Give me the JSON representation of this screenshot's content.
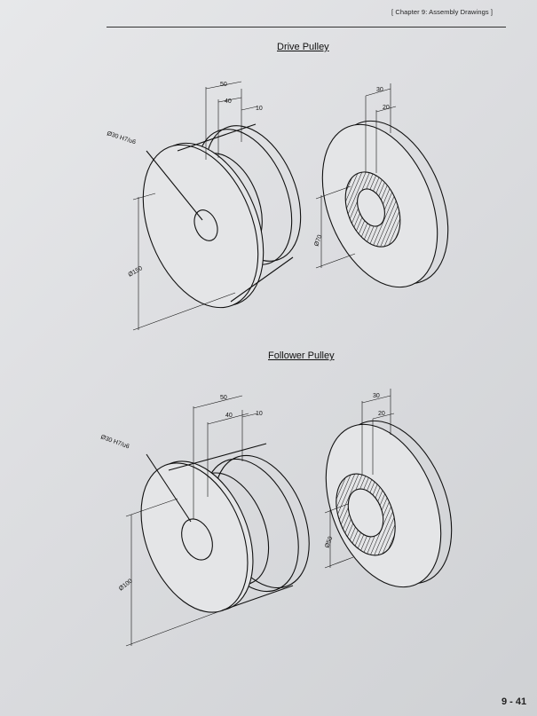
{
  "header": {
    "chapter": "[ Chapter 9: Assembly Drawings ]"
  },
  "drive": {
    "title": "Drive Pulley",
    "dims": {
      "d50": "50",
      "d40": "40",
      "d10": "10",
      "bore": "Ø30 H7/u6",
      "outer": "Ø150",
      "d30": "30",
      "d20": "20",
      "hub": "Ø70"
    }
  },
  "follower": {
    "title": "Follower Pulley",
    "dims": {
      "d50": "50",
      "d40": "40",
      "d10": "10",
      "bore": "Ø30 H7/u6",
      "outer": "Ø100",
      "d30": "30",
      "d20": "20",
      "hub": "Ø50"
    }
  },
  "footer": {
    "page_number": "9 - 41"
  }
}
